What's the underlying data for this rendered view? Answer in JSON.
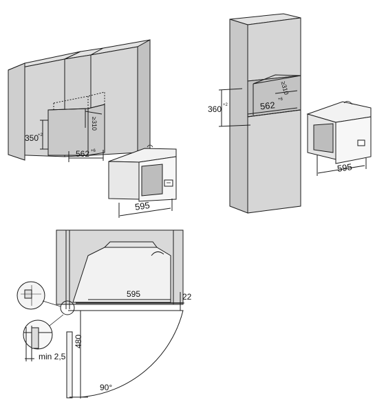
{
  "figure_top_left": {
    "cutout_height": "350",
    "cutout_height_tol": "+2",
    "cutout_width": "562",
    "cutout_width_tol": "+6",
    "depth_min": "≥310",
    "appliance_width": "595"
  },
  "figure_top_right": {
    "niche_height": "360",
    "niche_height_tol": "+2",
    "niche_width": "562",
    "niche_width_tol": "+6",
    "depth_min": "≥310",
    "appliance_width": "595"
  },
  "figure_bottom": {
    "appliance_width": "595",
    "front_offset": "22",
    "door_depth": "480",
    "min_gap": "min 2,5",
    "door_angle": "90°"
  },
  "colors": {
    "line": "#1a1a1a",
    "cabinet_fill": "#d4d4d4",
    "cabinet_side": "#c4c4c4",
    "appliance_fill": "#f6f6f6"
  }
}
